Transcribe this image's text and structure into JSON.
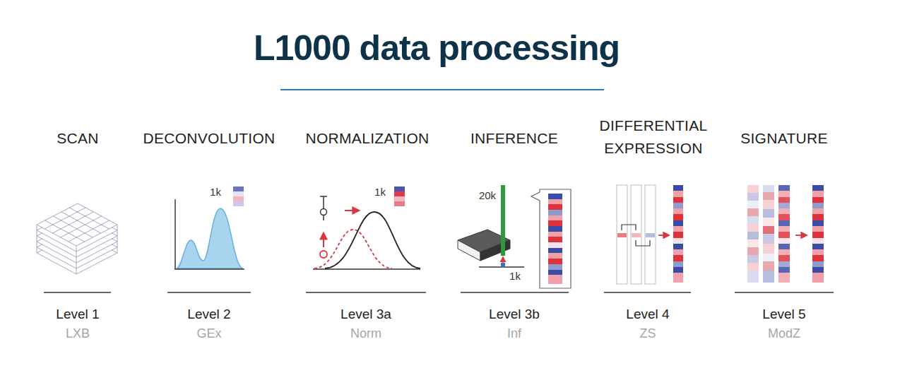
{
  "diagram": {
    "title": "L1000 data processing",
    "labels": [
      "SCAN",
      "Level 1",
      "LXB",
      "DECONVOLUTION",
      "1k",
      "Level 2",
      "GEx",
      "NORMALIZATION",
      "1k",
      "Level 3a",
      "Norm",
      "INFERENCE",
      "20k",
      "1k",
      "Level 3b",
      "Inf",
      "DIFFERENTIAL EXPRESSION",
      "Level 4",
      "ZS",
      "SIGNATURE",
      "Level 5",
      "ModZ"
    ]
  }
}
